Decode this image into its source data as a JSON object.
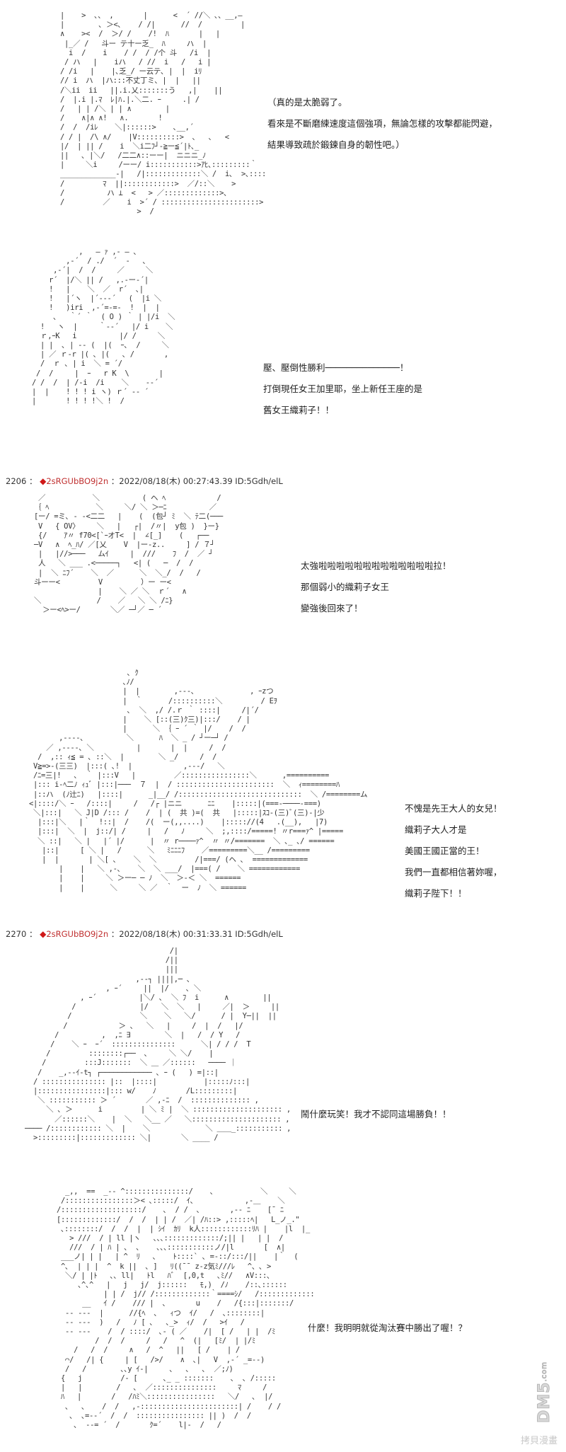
{
  "panels": [
    {
      "id": "panel-1",
      "dialogue": [
        "（真的是太脆弱了。",
        "看來是不斷磨練速度這個強項，無論怎樣的攻擊都能閃避，",
        "結果導致疏於鍛鍊自身的韌性吧。）"
      ]
    },
    {
      "id": "panel-2",
      "dialogue": [
        "壓、壓倒性勝利──────────────！",
        "打倒現任女王加里耶，坐上新任王座的是",
        "舊女王織莉子！！"
      ]
    },
    {
      "id": "panel-3",
      "dialogue": [
        "太強啦啦啦啦啦啦啦啦啦啦啦啦啦拉！",
        "那個弱小的織莉子女王",
        "變強後回來了！"
      ]
    },
    {
      "id": "panel-4",
      "dialogue": [
        "不愧是先王大人的女兒！",
        "織莉子大人才是",
        "美國王國正當的王！",
        "我們一直都相信著妳喔，",
        "織莉子陛下！！"
      ]
    },
    {
      "id": "panel-5",
      "dialogue": [
        "鬧什麼玩笑！我才不認同這場勝負！！"
      ]
    },
    {
      "id": "panel-6",
      "dialogue": [
        "什麼！我明明就從淘汰賽中勝出了喔！？"
      ]
    }
  ],
  "posts": [
    {
      "number": "2206",
      "separator": "：",
      "diamond": "◆",
      "tripcode": "2sRGUbBO9j2n",
      "datetime": "：2022/08/18(木) 00:27:43.39",
      "id": "ID:5Gdh/elL"
    },
    {
      "number": "2270",
      "separator": "：",
      "diamond": "◆",
      "tripcode": "2sRGUbBO9j2n",
      "datetime": "：2022/08/18(木) 00:31:33.31",
      "id": "ID:5Gdh/elL"
    }
  ],
  "ascii_art": {
    "a1": "|    >  ､、 ,       |      <  ´ //＼ ､、__,―\n|        ､ ＞<､    / /|      //  /         |\n∧    ><  /  ＞/ /    /!  ﾊ       |   |\n |_／ /   斗ー テ十ー乏_  ﾊ     ハ  |\n  i  /    i    / /  / /个 斗   /i  |\n / ハ   |    iハ   / //  i   /   i |\n/ /i   |    |､乏_/ ー云テ､ |  |  iﾘ\n// i  ハ  |ハ:::不丈丁ミ､ |  |   ||\n/＼ii  ii   ||.i.乂:::::::う   ,|    ||\n/  |.i |.ﾏ  ﾚ|ﾊ.|.＼二. ｰ     .| /\n/   | | /＼ | | ∧        |\n/    ∧|∧ ∧!   ∧.       ! \n/  /  /iﾚ    ＼|::::::>    ､__,´\n/ / |  /\\ ∧/    |V::::::::::>  ､   ､   <\n|/  | || /    i  ＼i二ﾌ┘-≧ー≦´|ﾄ､_\n||   ､ |＼/   /二二∧::ーー|  ニニニ_ﾉ\n|     ＼i     /ーー/ i:::::::::::>ｱﾋ､:::::::::｀\n_____________-|   /|:::::::::::::＼ /  i､  >､::::\n/         ﾏ  ||::::::::::::>  ／/::＼    >\n/          ハ ⊥  <   > ／:::::::::::::>､\n/         ／    i  >´ / :::::::::::::::::::::::>\n                  >  /",
    "a2": "           ,   ― ｧ ,- ― ､\n        ,-´  / ./  ´  -   ､\n     ,-´|  /  /     ／     ＼\n    r´  |/＼ || /   ,.-ー-´|\n    !   |    ＼  ／  r´  ､|\n    !   |´ヽ  |´---´   (  |i ＼\n    !   )iri  ,-´=-=-  !  |  |\n     ､   ｀´ ｀  ( O ) ｀ | |/i  ＼\n  !   ヽ  |     ｀--´   |/ i    ＼\n  ｒ,ｰK   i          |/ /     ＼\n  | |  ､ | -- (  |(  ｰ､  /     ＼\n  | ／ ｒ-r |( ､ |(   ､ /       ,\n  /  ｒ ､ | i  ＼ = ´/ \n /  /     |  ｰ   r K  \\       |\n/ /  /  | /-i  /i    ＼    --´\n|  |    ! ! ! i ヽ) ｒ´ -- ´\n|       ! ! ! !＼ !  /",
    "a3": "  ／           ＼          ( ヘ ﾍ            /\n ｛ ﾍ           ＼     ＼/ ＼ ＞─ﾆ          ／\n [ー/ =ミ､ - -<二二   |    (  (包┘ ﾐ  ＼ ﾃ二(───\n  V   { OV〉    ＼   |   ┌|  /〃|  y包 )  }ー}\n  {/    ｱ〃 f70<[`ｰオT<  |  ∠[_]    (   ┌──\n ─V   ∧  ﾍ_ﾊ/ ／[乂    V  |ー-z..     ] / ７┘\n  |   |//>───   ムｲ     |  ///    ﾌ  /  ／ ┘\n  人   ＼ ___ .<─────┐   <| (   ─  /  /\n  |  ＼ ﾆﾌ´    ＼  ／      ＼  ＼_/  /   /\n 斗ーー<         V         ）ー ー< \n                |    ＼ ／ ＼  ｒ´   ∧\n ＼             /    ／   ＼ ＼ /ﾆ}\n   ＞ー<ﾍ>ー/       ＼／ ─┘／ ─ ´",
    "a4": "                        ､ ｸ\n                       ､ﾉ/\n                       |  |        ,---､             , ｰzつ\n                       |  ｀      /::::::::::＼         / Eｦ\n                        ､  ＼  ,/ /.ｒ ｀ ::::|     /|´/\n                       |    ＼ [::(三)ｸ三)|:::/    / |\n                       |      ＼ ｛ ｰ ´ ｀ |/    /  /\n        ,----､          ＼      ﾊ  ＼ _ / ┘ー─┘ /\n     ／ ,----､ ＼          |       |  |     /  /\n   /  ,:: ｨ≦ = ､ ::＼  |        ＼ _/     /  /\n  V≧=>-(三三)  |:::( ､!  |            ,---/   ＼\n  /ﾆ=三|!   ､  ｀ |:::V   |         ／::::::::::::::::＼      ,==========\n  |::: i-ﾍ二ﾉ ｨｭﾞ |:::|───  ７  |  / :::::::::::::::::::::::  ＼  ｨ========ﾊ\n  |::ハ  (ﾉ辻ﾆ)   |::::|      _|__/ /:::::::::::::::::::::::::::::  ＼ /========ム\n <|::::/＼ ｰ   /::::|     /   /┌ |ニニ      ﾆﾆ    |:::::|(===-────-===)\n  ＼|:::|   ＼ J|D /::: /    /  | (  共 )=(  共   |:::::|ｽｺ-(三)ﾞ(三)-|少\n   |:::|＼   |｀  !::|  /    /(  ー(,,....)    |::::://(4   .(__),   |7)\n   |:::|  ＼  |  j::/| /     |   /   ﾉ     ＼  ;,::::/=====! 〃r===ｧ^ |=====\n   ＼ ::|   ＼ |   |´ |/      |  〃 r────ｧ^  〃 〃/=======  ＼ ､_ ､/ ======\n    |::|     [ ＼ |   /      ＼   ﾐﾆﾆﾆﾌ    ／=========＼__ /=========\n    |  |       | ＼[ ､    ＼  ＼         /|===/ (ヘ ､  =============\n        |    |   ＼ ,-､    ＼  ＼ ___/  |===( /    ＼ ============\n        |    |     ＼ ＞ー─ ─ ﾉ  ＼  ＞-＜ ＼  ======\n        |    |      ＼     ＼ ／  ｀  ー  ﾉ  ＼ ======",
    "a5": "                                  /|\n                                 /||\n                                 |||\n                          ,--┐ ||||,─ ､\n                   , ｰ´     ||  |/    ､ ＼\n             , ｰ´          |＼/ ､  ＼ ﾌ  i      ∧        ||\n           /               |/   ＼  ＼   |     ／|  ＞     ||\n          /                ＼    ＼   ＼/      / |  Y─||  ||\n         /            ＞ ､   ＼   |     /  |  /   |/\n       /          ,  ,ﾆ ∃        ＼  |   /  / Y   /\n      /    ＼ ｰ  ｰ´  :::::::::::::::      ＼| / / /  T\n     /         ::::::::┌──  ､     ＼ ＼/    |\n    /         :::J:::::::  ＼ ＿ ／::::::   ──── ｜\n   /    _,--ｲ-t┐ ┌──────────── ､ ｰ (   ) =|::|\n  / ::::::::::::::: |::  |::::|           |:::::ﾉ:::|\n  |::::::::::::::::|::: w/    ﾉ       /L:::::::::|\n   ＼ ::::::::::: ＞ ´       ／ ,-ﾆ  /  :::::::::::::: ,\n     ＼ ､ ＞      i         | ＼ ﾐ |  ＼ ::::::::::::::::::::: ,\n       ／::::::＼    |  ＼   ＼__ ／   ＼::::::::::::::::::::: ,\n──── /:::::::::::: ＼  |    ＼             ＼ ＿＿_::::::::::: ,\n  >:::::::::|::::::::::::: ＼|       ＼ ____ /",
    "a6": "  _,,  ==  _-- ^:::::::::::::::/    ､           ＼     ＼\n /::::::::::::::::＞< ､:::::/  ｲ､            ,-＿    ＼\n/:::::::::::::::::::/    ､  / /  ､       ,-- ﾆ    [¯ ﾆ\n[:::::::::::::/  /  /  | | /  ／| /ﾊ::> ,:::::ﾍ|   L_ノ_.\"\n ､::::::::/  /  /  |  | ｼｲ  ｶﾘ  k人::::::::::::ﾘﾊ |    |l  |_\n   > ///  / | ll |ヽ   ､､､:::::::::::::/;|| |   | |  /\n   ///  / | ﾊ | ､  ､    ､､､:::::::::::ノ/|l       [  ∧|\n ___ノ| | |   | ^  ﾘ   ､    ﾄ::::` ､ =-::/:::/||    |｀  (\n ^､  | | |  ^  k ||  ､ ]   ﾘ((¯¯ z-z気ﾐ///ﾚ   ^、､ >\n  ＼/ | |ﾄ   ､､ ll|   ﾄl   ﾊﾞ  [,0,t   ､ﾐ//   ∧V:::､\n     ､^､^   |   j   j/  j::::::   ﾓ,)  /ﾉ    /::､::::::\n           | | /  j// /:::::::::::::｀====ｼ/   /:::::::::::::\n      __   ｲ /    /// |  ､       u    /   /{:::|:::::::/\n  -- ---  |      //{ﾍ  ､   ｨつ  ｲ/   /  ､::::::::|\n  -- ---  )   /   ﾉ [ ､   ､_>  ｨ/  /   >ｲ   /\n  -- ---    /  / ::::/  ､- ( ／    /|  [ /   | |  /ﾐ\n         /  /  /     /   /   ^  (|   [ﾐ/  | |/ﾐ\n    /   /  /     ∧   /  ^   ||   [ /    | /\n  ⌒/   /| {     | [   />/    ∧  ､|   V  ,-´ _=--)\n  /   /        ､､y ｲ-|     ､   ､   ､  ／;ﾉ)\n {   j         /- [      ､_ _ :::::::    ､  ､ /:::::\n |   |        /   ､  ／:::::::::::::::     ﾏ     /\n ﾊ   |       /   /ﾊﾐ＼::::::::::::::::   ＼/   ､  |/\n  ､   ､    /  /   ,-:::::::::::::::::::::::| /    / /\n   ､  ､=--´  /  /  :::::::::::::::: || )  /  /\n    ､  --= ´  /       ｸ=´    l|-  /   /"
  },
  "watermark": {
    "logo": "DM5",
    "domain": ".com",
    "text": "拷貝漫畫"
  }
}
